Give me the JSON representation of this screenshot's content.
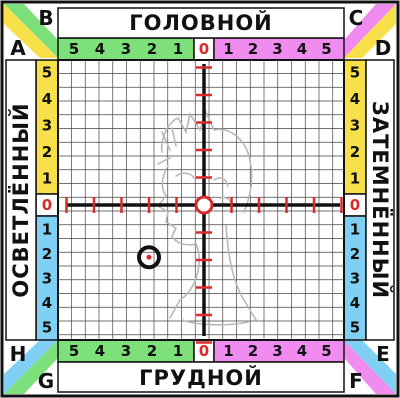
{
  "labels": {
    "top": "ГОЛОВНОЙ",
    "bottom": "ГРУДНОЙ",
    "left": "ОСВЕТЛЁННЫЙ",
    "right": "ЗАТЕМНЁННЫЙ"
  },
  "corners": {
    "A": "A",
    "B": "B",
    "C": "C",
    "D": "D",
    "E": "E",
    "F": "F",
    "G": "G",
    "H": "H"
  },
  "scale": {
    "negative": [
      "5",
      "4",
      "3",
      "2",
      "1"
    ],
    "zero": "0",
    "positive": [
      "1",
      "2",
      "3",
      "4",
      "5"
    ]
  },
  "colors": {
    "green": "#7ee07a",
    "pink": "#f08cf0",
    "yellow": "#f7e04a",
    "blue": "#7fd0f2",
    "red": "#d92b2b",
    "grid": "#222222"
  },
  "marker": {
    "x": -2,
    "y": 2
  }
}
